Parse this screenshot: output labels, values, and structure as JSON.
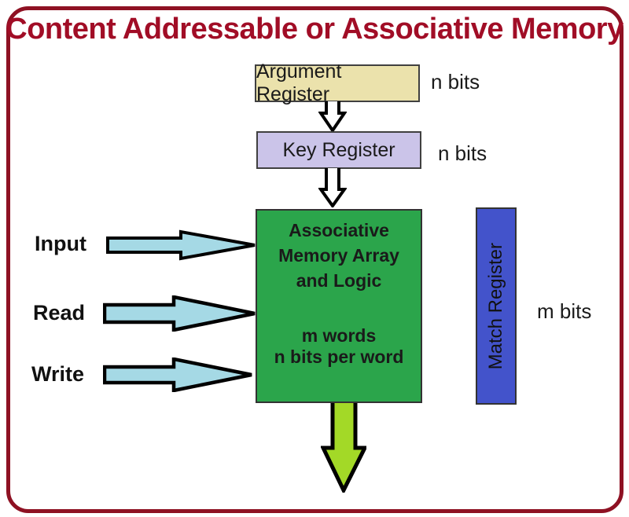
{
  "title": "Content Addressable or Associative Memory",
  "registers": {
    "argument": {
      "label": "Argument Register",
      "width_label": "n bits"
    },
    "key": {
      "label": "Key Register",
      "width_label": "n bits"
    },
    "match": {
      "label": "Match Register",
      "width_label": "m bits"
    }
  },
  "memory_array": {
    "line1": "Associative",
    "line2": "Memory Array",
    "line3": "and Logic",
    "detail1": "m words",
    "detail2": "n bits per word"
  },
  "control_signals": {
    "input": "Input",
    "read": "Read",
    "write": "Write"
  },
  "colors": {
    "frame_border": "#8E1123",
    "title_text": "#A10D26",
    "argument_fill": "#EBE2AC",
    "key_fill": "#CBC4E9",
    "memory_fill": "#2BA54B",
    "match_fill": "#4353CB",
    "signal_arrow_fill": "#A5D9E5",
    "output_arrow_fill": "#A3D927",
    "flow_arrow_fill": "#FFFFFF",
    "arrow_outline": "#000000"
  }
}
